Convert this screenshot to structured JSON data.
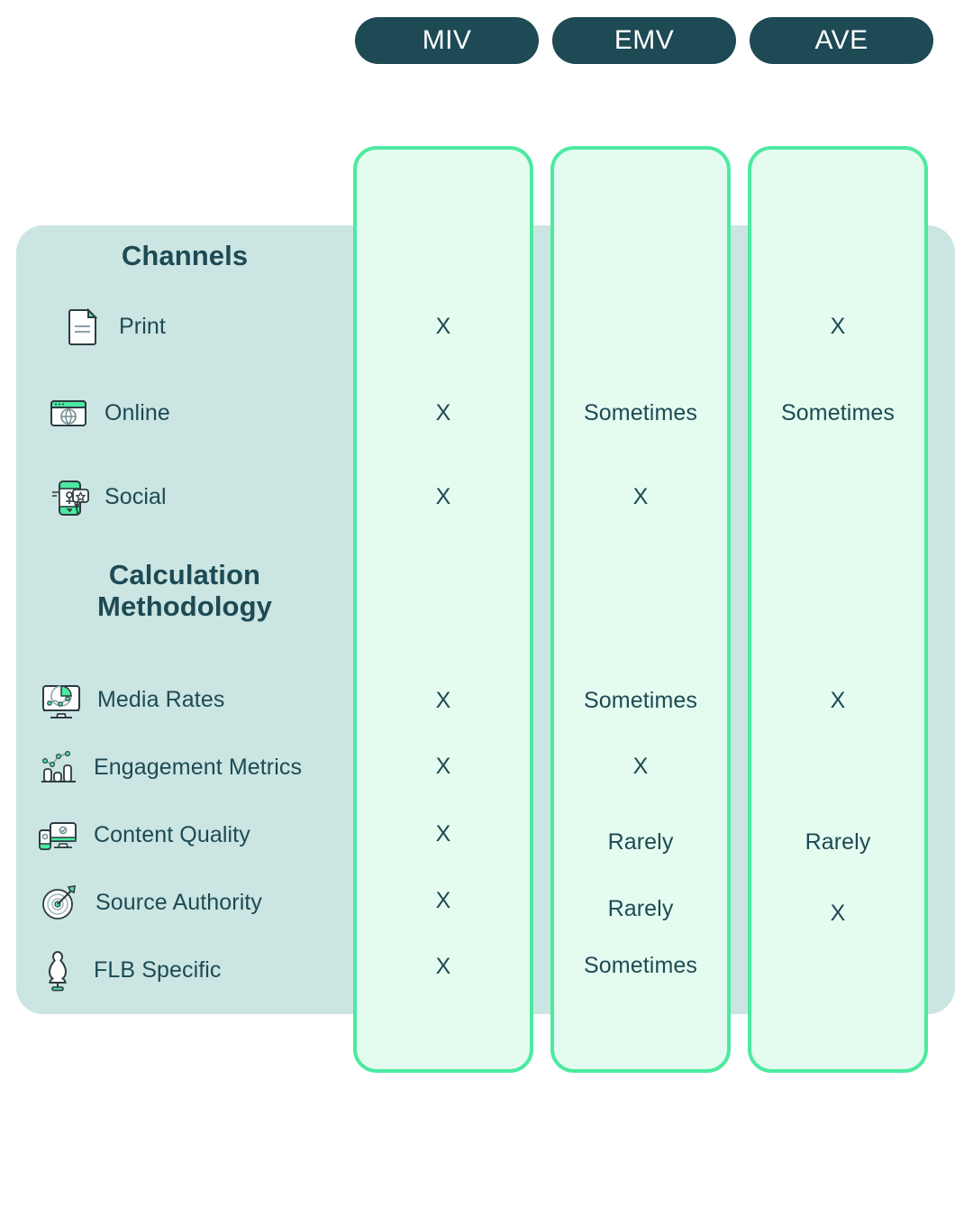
{
  "columns": [
    {
      "key": "miv",
      "label": "MIV"
    },
    {
      "key": "emv",
      "label": "EMV"
    },
    {
      "key": "ave",
      "label": "AVE"
    }
  ],
  "sections": [
    {
      "title": "Channels",
      "rows": [
        {
          "icon": "document-icon",
          "label": "Print",
          "miv": "X",
          "emv": "",
          "ave": "X"
        },
        {
          "icon": "browser-globe-icon",
          "label": "Online",
          "miv": "X",
          "emv": "Sometimes",
          "ave": "Sometimes"
        },
        {
          "icon": "phone-star-icon",
          "label": "Social",
          "miv": "X",
          "emv": "X",
          "ave": ""
        }
      ]
    },
    {
      "title": "Calculation Methodology",
      "rows": [
        {
          "icon": "monitor-chart-icon",
          "label": "Media Rates",
          "miv": "X",
          "emv": "Sometimes",
          "ave": "X"
        },
        {
          "icon": "bar-line-chart-icon",
          "label": "Engagement Metrics",
          "miv": "X",
          "emv": "X",
          "ave": ""
        },
        {
          "icon": "devices-icon",
          "label": "Content Quality",
          "miv": "X",
          "emv": "Rarely",
          "ave": "Rarely"
        },
        {
          "icon": "target-dart-icon",
          "label": "Source Authority",
          "miv": "X",
          "emv": "Rarely",
          "ave": "X"
        },
        {
          "icon": "mannequin-icon",
          "label": "FLB Specific",
          "miv": "X",
          "emv": "Sometimes",
          "ave": ""
        }
      ]
    }
  ],
  "colors": {
    "sidebar_bg": "#cbe5e2",
    "card_bg": "#e4fbef",
    "card_border": "#4ceaa0",
    "pill_bg": "#1d4a54",
    "text": "#1d4a54",
    "accent_mint": "#4ceaa0",
    "page_bg": "#ffffff"
  }
}
